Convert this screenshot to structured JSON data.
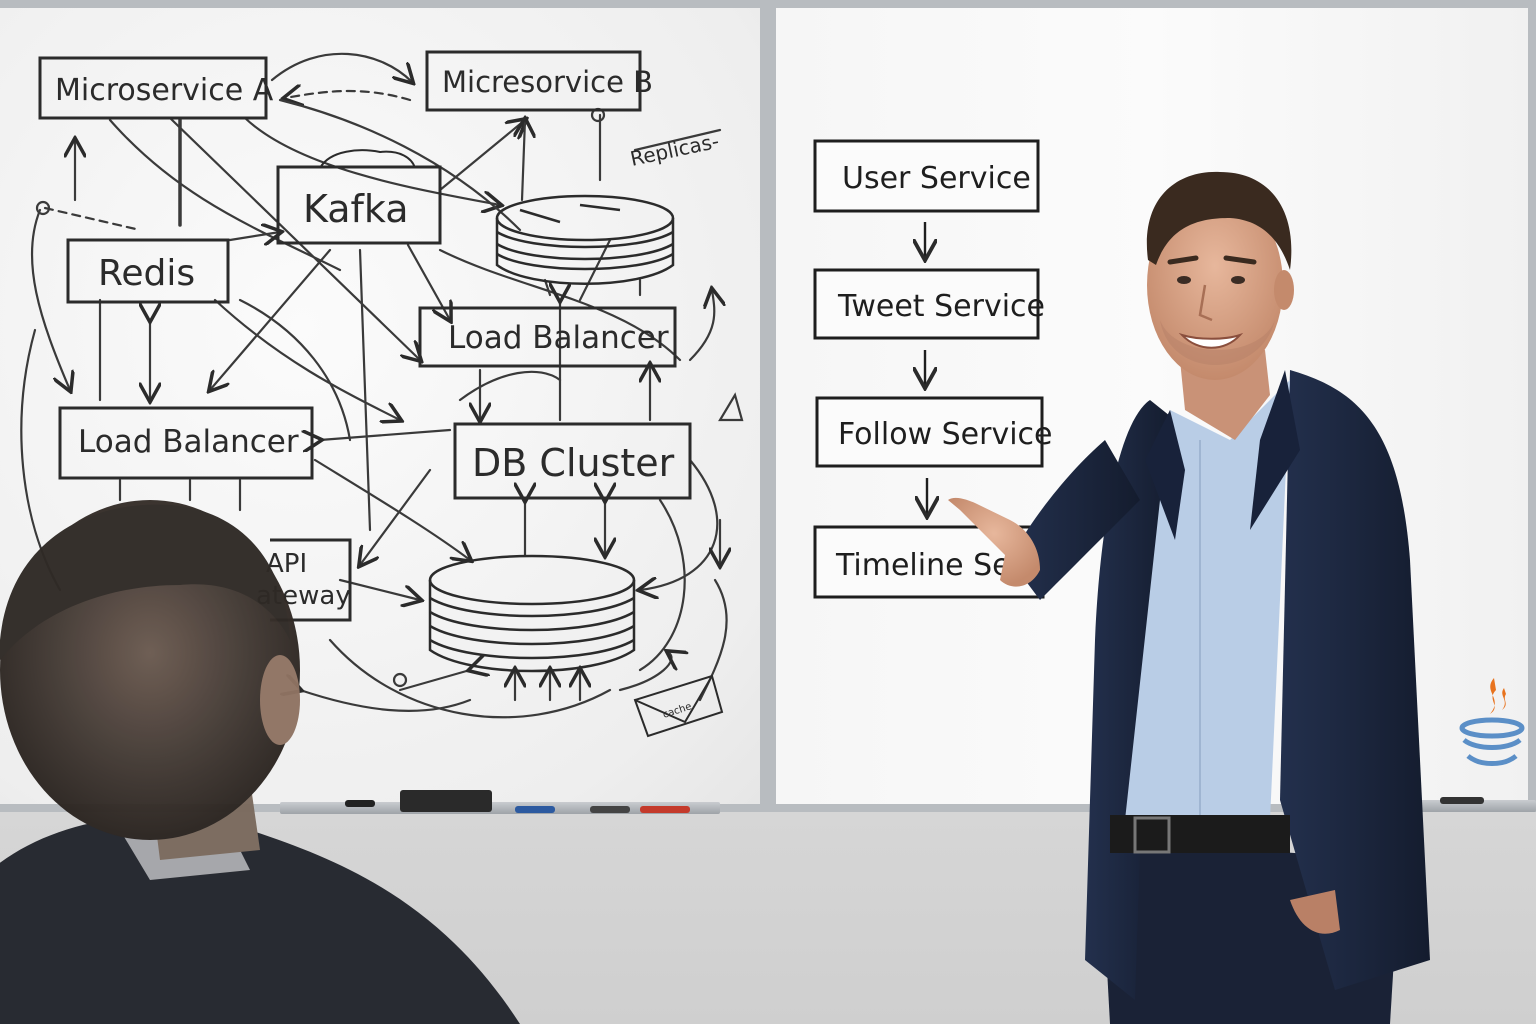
{
  "left_board": {
    "microservice_a": "Microservice A",
    "microservice_b": "Micresorvice B",
    "replicas": "Replicas-",
    "kafka": "Kafka",
    "redis": "Redis",
    "load_balancer_top": "Load Balancer",
    "load_balancer_left": "Load Balancer",
    "db_cluster": "DB Cluster",
    "api_gateway_1": "API",
    "api_gateway_2": "ateway",
    "envelope_label": "cache"
  },
  "right_board": {
    "user_service": "User Service",
    "tweet_service": "Tweet Service",
    "follow_service": "Follow Service",
    "timeline_service": "Timeline Se"
  },
  "colors": {
    "ink": "#2b2b2b",
    "suit_navy": "#1c2740",
    "shirt_blue": "#b9cde6",
    "logo_orange": "#e8731e",
    "logo_blue": "#5b8fc7"
  },
  "icons": {
    "corner_logo": "java-cup-icon"
  }
}
